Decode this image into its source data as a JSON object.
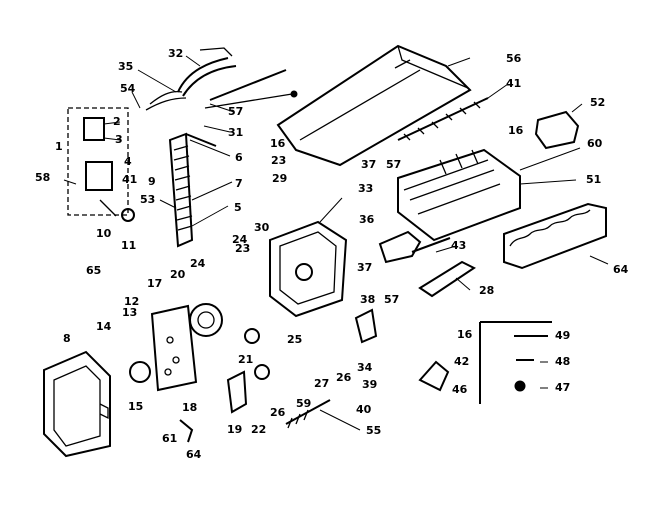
{
  "callouts": {
    "c1": "1",
    "c2": "2",
    "c3": "3",
    "c4": "4",
    "c5": "5",
    "c6": "6",
    "c7": "7",
    "c8": "8",
    "c9": "9",
    "c10": "10",
    "c11": "11",
    "c12": "12",
    "c13": "13",
    "c14": "14",
    "c15": "15",
    "c16a": "16",
    "c16b": "16",
    "c16c": "16",
    "c17": "17",
    "c18": "18",
    "c19": "19",
    "c20": "20",
    "c21": "21",
    "c22": "22",
    "c23a": "23",
    "c23b": "23",
    "c24a": "24",
    "c24b": "24",
    "c25": "25",
    "c26a": "26",
    "c26b": "26",
    "c27": "27",
    "c28": "28",
    "c29": "29",
    "c30": "30",
    "c31": "31",
    "c32": "32",
    "c33": "33",
    "c34": "34",
    "c35": "35",
    "c36": "36",
    "c37a": "37",
    "c37b": "37",
    "c38": "38",
    "c39": "39",
    "c40": "40",
    "c41a": "41",
    "c41b": "41",
    "c42": "42",
    "c43": "43",
    "c46": "46",
    "c47": "47",
    "c48": "48",
    "c49": "49",
    "c51": "51",
    "c52": "52",
    "c53": "53",
    "c54": "54",
    "c55": "55",
    "c56": "56",
    "c57a": "57",
    "c57b": "57",
    "c57c": "57",
    "c58": "58",
    "c59": "59",
    "c60": "60",
    "c61": "61",
    "c64a": "64",
    "c64b": "64",
    "c65": "65"
  }
}
